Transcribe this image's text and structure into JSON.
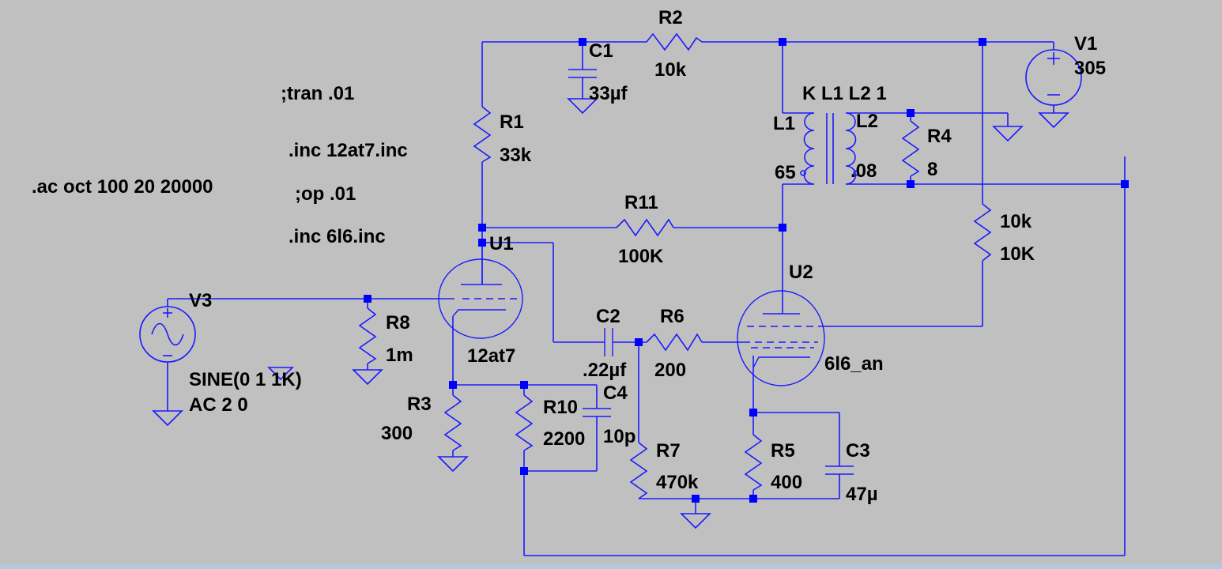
{
  "components": {
    "r1": {
      "ref": "R1",
      "value": "33k"
    },
    "r2": {
      "ref": "R2",
      "value": "10k"
    },
    "r3": {
      "ref": "R3",
      "value": "300"
    },
    "r4": {
      "ref": "R4",
      "value": "8"
    },
    "r5": {
      "ref": "R5",
      "value": "400"
    },
    "r6": {
      "ref": "R6",
      "value": "200"
    },
    "r7": {
      "ref": "R7",
      "value": "470k"
    },
    "r8": {
      "ref": "R8",
      "value": "1m"
    },
    "r10": {
      "ref": "R10",
      "value": "2200"
    },
    "r11": {
      "ref": "R11",
      "value": "100K"
    },
    "r_unnamed": {
      "ref": "10k",
      "value": "10K"
    },
    "c1": {
      "ref": "C1",
      "value": "33µf"
    },
    "c2": {
      "ref": "C2",
      "value": ".22µf"
    },
    "c3": {
      "ref": "C3",
      "value": "47µ"
    },
    "c4": {
      "ref": "C4",
      "value": "10p"
    },
    "l1": {
      "ref": "L1",
      "value": "65"
    },
    "l2": {
      "ref": "L2",
      "value": ".08"
    },
    "u1": {
      "ref": "U1",
      "value": "12at7"
    },
    "u2": {
      "ref": "U2",
      "value": "6l6_an"
    },
    "v1": {
      "ref": "V1",
      "value": "305"
    },
    "v3": {
      "ref": "V3",
      "value_line1": "SINE(0 1 1K)",
      "value_line2": "AC 2 0"
    }
  },
  "coupling": "K L1 L2 1",
  "directives": {
    "tran": ";tran .01",
    "inc1": ".inc 12at7.inc",
    "ac": ".ac oct 100 20 20000",
    "op": ";op .01",
    "inc2": ".inc 6l6.inc"
  },
  "colors": {
    "background": "#c0c0c0",
    "wire": "#1a1aff",
    "node": "#0000ff",
    "text": "#000000"
  }
}
